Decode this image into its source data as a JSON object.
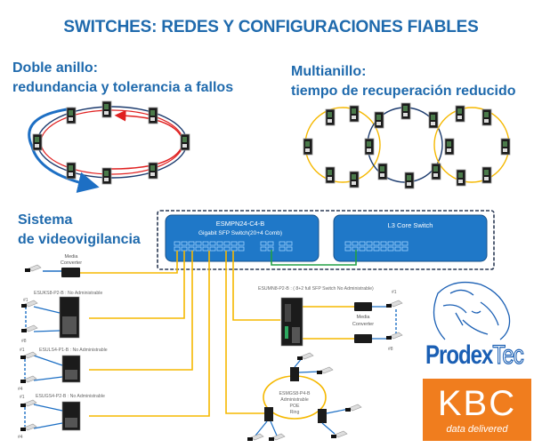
{
  "title": "SWITCHES: REDES Y CONFIGURACIONES FIABLES",
  "sections": {
    "double_ring": {
      "line1": "Doble anillo:",
      "line2": "redundancia y tolerancia a fallos"
    },
    "multi_ring": {
      "line1": "Multianillo:",
      "line2": "tiempo de recuperación reducido"
    },
    "cctv": {
      "line1": "Sistema",
      "line2": "de videovigilancia"
    }
  },
  "diagram": {
    "main_switch": {
      "name": "ESMPN24-C4-B",
      "desc": "Gigabit SFP Switch(20+4 Comb)"
    },
    "core_switch": {
      "name": "L3 Core Switch"
    },
    "media_converter_top": {
      "line1": "Media",
      "line2": "Converter"
    },
    "esuks8": {
      "label": "ESUKS8-P2-B : No Administrable",
      "cam_first": "#1",
      "cam_last": "#8"
    },
    "esuls4": {
      "label": "ESULS4-P1-B : No Administrable",
      "cam_first": "#1",
      "cam_last": "#4"
    },
    "esugs4": {
      "label": "ESUGS4-P2-B : No Administrable",
      "cam_first": "#1",
      "cam_last": "#4"
    },
    "esumn8": {
      "label": "ESUMN8-P2-B : ( 8+2 full SFP Switch No Administrable)",
      "cam_first": "#1",
      "cam_last": "#8"
    },
    "media_converter_right": {
      "line1": "Media",
      "line2": "Converter"
    },
    "poe_ring": {
      "line1": "ESMGS8-P4-B",
      "line2": "Administrable",
      "line3": "POE",
      "line4": "Ring"
    }
  },
  "logos": {
    "prodex_a": "Prodex",
    "prodex_b": "Tec",
    "kbc": "KBC",
    "kbc_tagline": "data delivered"
  },
  "colors": {
    "heading": "#1f6aad",
    "fiber": "#f5b800",
    "uplink": "#22a045",
    "ring_red": "#e02020",
    "ring_blue": "#1d6fc4",
    "kbc": "#f07d1e"
  }
}
